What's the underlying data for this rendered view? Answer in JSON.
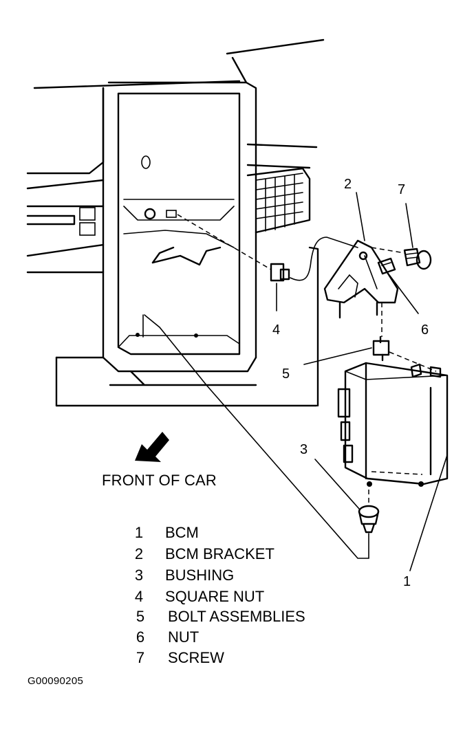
{
  "callouts": {
    "c1": "1",
    "c2": "2",
    "c3": "3",
    "c4": "4",
    "c5": "5",
    "c6": "6",
    "c7": "7"
  },
  "front_label": "FRONT OF CAR",
  "legend": [
    {
      "num": "1",
      "name": "BCM"
    },
    {
      "num": "2",
      "name": "BCM BRACKET"
    },
    {
      "num": "3",
      "name": "BUSHING"
    },
    {
      "num": "4",
      "name": "SQUARE NUT"
    },
    {
      "num": "5",
      "name": "BOLT ASSEMBLIES"
    },
    {
      "num": "6",
      "name": "NUT"
    },
    {
      "num": "7",
      "name": "SCREW"
    }
  ],
  "figure_id": "G00090205",
  "icons": {
    "front_arrow": "front-direction-arrow-icon"
  }
}
